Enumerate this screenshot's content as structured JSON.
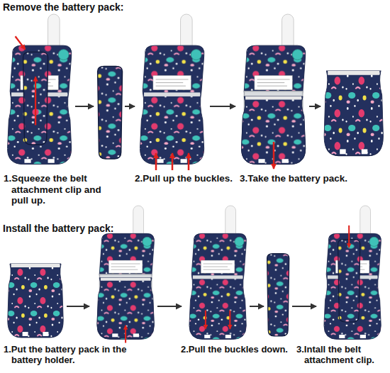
{
  "diagram": {
    "labels": [
      "Remove the battery pack:",
      "1.Squeeze the belt attachment clip and pull up.",
      "2.Pull up the buckles.",
      "3.Take the battery pack.",
      "Install the battery pack:",
      "1.Put the battery pack in the battery holder.",
      "2.Pull the buckles down.",
      "3.Intall the belt attachment clip."
    ]
  }
}
